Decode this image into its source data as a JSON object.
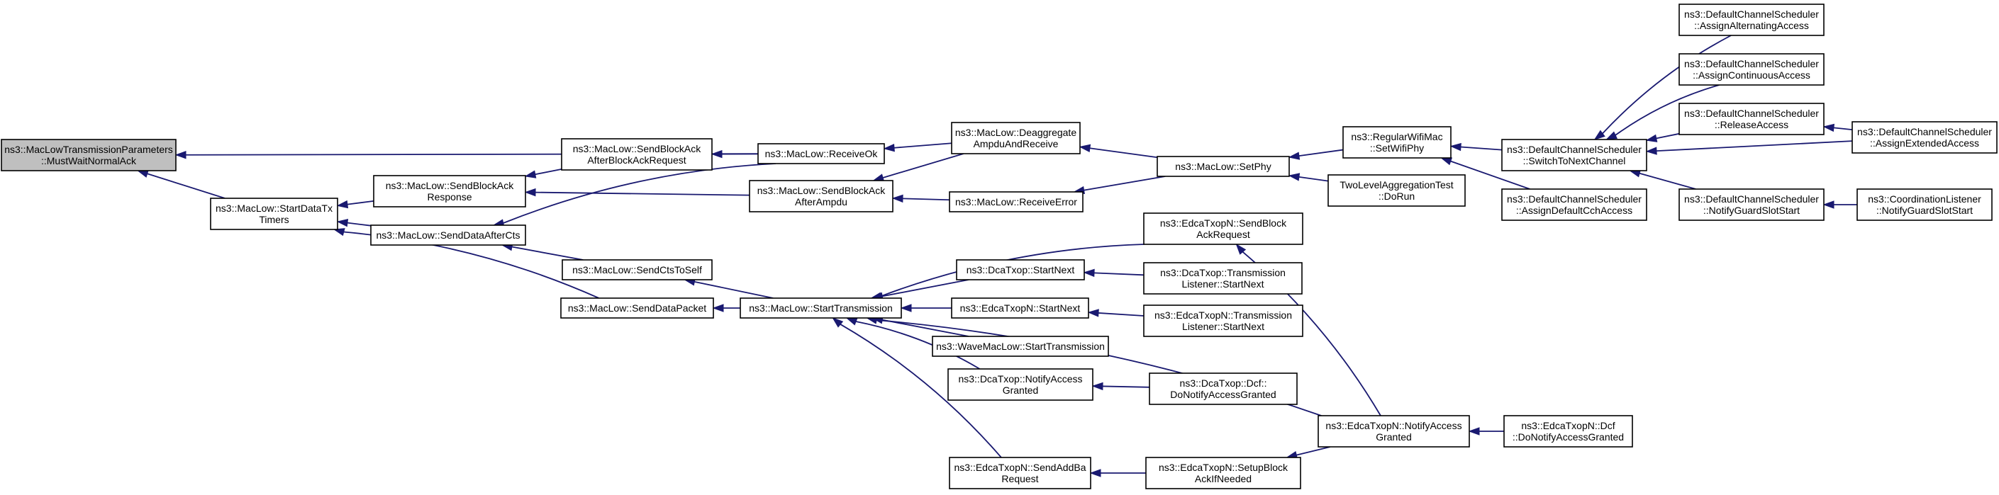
{
  "colors": {
    "edge": "#191970",
    "root_fill": "#bfbfbf",
    "node_fill": "#ffffff",
    "node_border": "#000000"
  },
  "nodes": [
    {
      "id": "n0",
      "lines": [
        "ns3::MacLowTransmissionParameters",
        "::MustWaitNormalAck"
      ],
      "root": true
    },
    {
      "id": "n1",
      "lines": [
        "ns3::MacLow::StartDataTx",
        "Timers"
      ]
    },
    {
      "id": "n2",
      "lines": [
        "ns3::MacLow::SendBlockAck",
        "Response"
      ]
    },
    {
      "id": "n3",
      "lines": [
        "ns3::MacLow::SendDataAfterCts"
      ]
    },
    {
      "id": "n4",
      "lines": [
        "ns3::MacLow::SendDataPacket"
      ]
    },
    {
      "id": "n5",
      "lines": [
        "ns3::MacLow::SendBlockAck",
        "AfterBlockAckRequest"
      ]
    },
    {
      "id": "n6",
      "lines": [
        "ns3::MacLow::SendCtsToSelf"
      ]
    },
    {
      "id": "n7",
      "lines": [
        "ns3::MacLow::ReceiveOk"
      ]
    },
    {
      "id": "n8",
      "lines": [
        "ns3::MacLow::SendBlockAck",
        "AfterAmpdu"
      ]
    },
    {
      "id": "n9",
      "lines": [
        "ns3::MacLow::StartTransmission"
      ]
    },
    {
      "id": "n10",
      "lines": [
        "ns3::MacLow::Deaggregate",
        "AmpduAndReceive"
      ]
    },
    {
      "id": "n11",
      "lines": [
        "ns3::MacLow::ReceiveError"
      ]
    },
    {
      "id": "n12",
      "lines": [
        "ns3::DcaTxop::StartNext"
      ]
    },
    {
      "id": "n13",
      "lines": [
        "ns3::EdcaTxopN::StartNext"
      ]
    },
    {
      "id": "n14",
      "lines": [
        "ns3::WaveMacLow::StartTransmission"
      ]
    },
    {
      "id": "n15",
      "lines": [
        "ns3::DcaTxop::NotifyAccess",
        "Granted"
      ]
    },
    {
      "id": "n16",
      "lines": [
        "ns3::EdcaTxopN::SendAddBa",
        "Request"
      ]
    },
    {
      "id": "n17",
      "lines": [
        "ns3::MacLow::SetPhy"
      ]
    },
    {
      "id": "n18",
      "lines": [
        "ns3::EdcaTxopN::SendBlock",
        "AckRequest"
      ]
    },
    {
      "id": "n19",
      "lines": [
        "ns3::DcaTxop::Transmission",
        "Listener::StartNext"
      ]
    },
    {
      "id": "n20",
      "lines": [
        "ns3::EdcaTxopN::Transmission",
        "Listener::StartNext"
      ]
    },
    {
      "id": "n21",
      "lines": [
        "ns3::DcaTxop::Dcf::",
        "DoNotifyAccessGranted"
      ]
    },
    {
      "id": "n22",
      "lines": [
        "ns3::EdcaTxopN::SetupBlock",
        "AckIfNeeded"
      ]
    },
    {
      "id": "n23",
      "lines": [
        "ns3::EdcaTxopN::NotifyAccess",
        "Granted"
      ]
    },
    {
      "id": "n24",
      "lines": [
        "ns3::RegularWifiMac",
        "::SetWifiPhy"
      ]
    },
    {
      "id": "n25",
      "lines": [
        "TwoLevelAggregationTest",
        "::DoRun"
      ]
    },
    {
      "id": "n26",
      "lines": [
        "ns3::EdcaTxopN::Dcf",
        "::DoNotifyAccessGranted"
      ]
    },
    {
      "id": "n27",
      "lines": [
        "ns3::DefaultChannelScheduler",
        "::SwitchToNextChannel"
      ]
    },
    {
      "id": "n28",
      "lines": [
        "ns3::DefaultChannelScheduler",
        "::AssignDefaultCchAccess"
      ]
    },
    {
      "id": "n29",
      "lines": [
        "ns3::DefaultChannelScheduler",
        "::AssignAlternatingAccess"
      ]
    },
    {
      "id": "n30",
      "lines": [
        "ns3::DefaultChannelScheduler",
        "::AssignContinuousAccess"
      ]
    },
    {
      "id": "n31",
      "lines": [
        "ns3::DefaultChannelScheduler",
        "::ReleaseAccess"
      ]
    },
    {
      "id": "n32",
      "lines": [
        "ns3::DefaultChannelScheduler",
        "::NotifyGuardSlotStart"
      ]
    },
    {
      "id": "n33",
      "lines": [
        "ns3::DefaultChannelScheduler",
        "::AssignExtendedAccess"
      ]
    },
    {
      "id": "n34",
      "lines": [
        "ns3::CoordinationListener",
        "::NotifyGuardSlotStart"
      ]
    }
  ],
  "edges": [
    [
      "n1",
      "n0"
    ],
    [
      "n7",
      "n0"
    ],
    [
      "n2",
      "n1"
    ],
    [
      "n3",
      "n1"
    ],
    [
      "n4",
      "n1"
    ],
    [
      "n5",
      "n2"
    ],
    [
      "n8",
      "n2"
    ],
    [
      "n7",
      "n3"
    ],
    [
      "n6",
      "n3"
    ],
    [
      "n9",
      "n4"
    ],
    [
      "n9",
      "n6"
    ],
    [
      "n7",
      "n5"
    ],
    [
      "n10",
      "n7"
    ],
    [
      "n10",
      "n8"
    ],
    [
      "n11",
      "n8"
    ],
    [
      "n12",
      "n9"
    ],
    [
      "n13",
      "n9"
    ],
    [
      "n14",
      "n9"
    ],
    [
      "n15",
      "n9"
    ],
    [
      "n16",
      "n9"
    ],
    [
      "n18",
      "n9"
    ],
    [
      "n23",
      "n9"
    ],
    [
      "n17",
      "n10"
    ],
    [
      "n17",
      "n11"
    ],
    [
      "n19",
      "n12"
    ],
    [
      "n20",
      "n13"
    ],
    [
      "n21",
      "n15"
    ],
    [
      "n22",
      "n16"
    ],
    [
      "n24",
      "n17"
    ],
    [
      "n25",
      "n17"
    ],
    [
      "n23",
      "n18"
    ],
    [
      "n23",
      "n22"
    ],
    [
      "n26",
      "n23"
    ],
    [
      "n27",
      "n24"
    ],
    [
      "n28",
      "n24"
    ],
    [
      "n29",
      "n27"
    ],
    [
      "n30",
      "n27"
    ],
    [
      "n31",
      "n27"
    ],
    [
      "n32",
      "n27"
    ],
    [
      "n33",
      "n27"
    ],
    [
      "n33",
      "n31"
    ],
    [
      "n34",
      "n32"
    ]
  ]
}
